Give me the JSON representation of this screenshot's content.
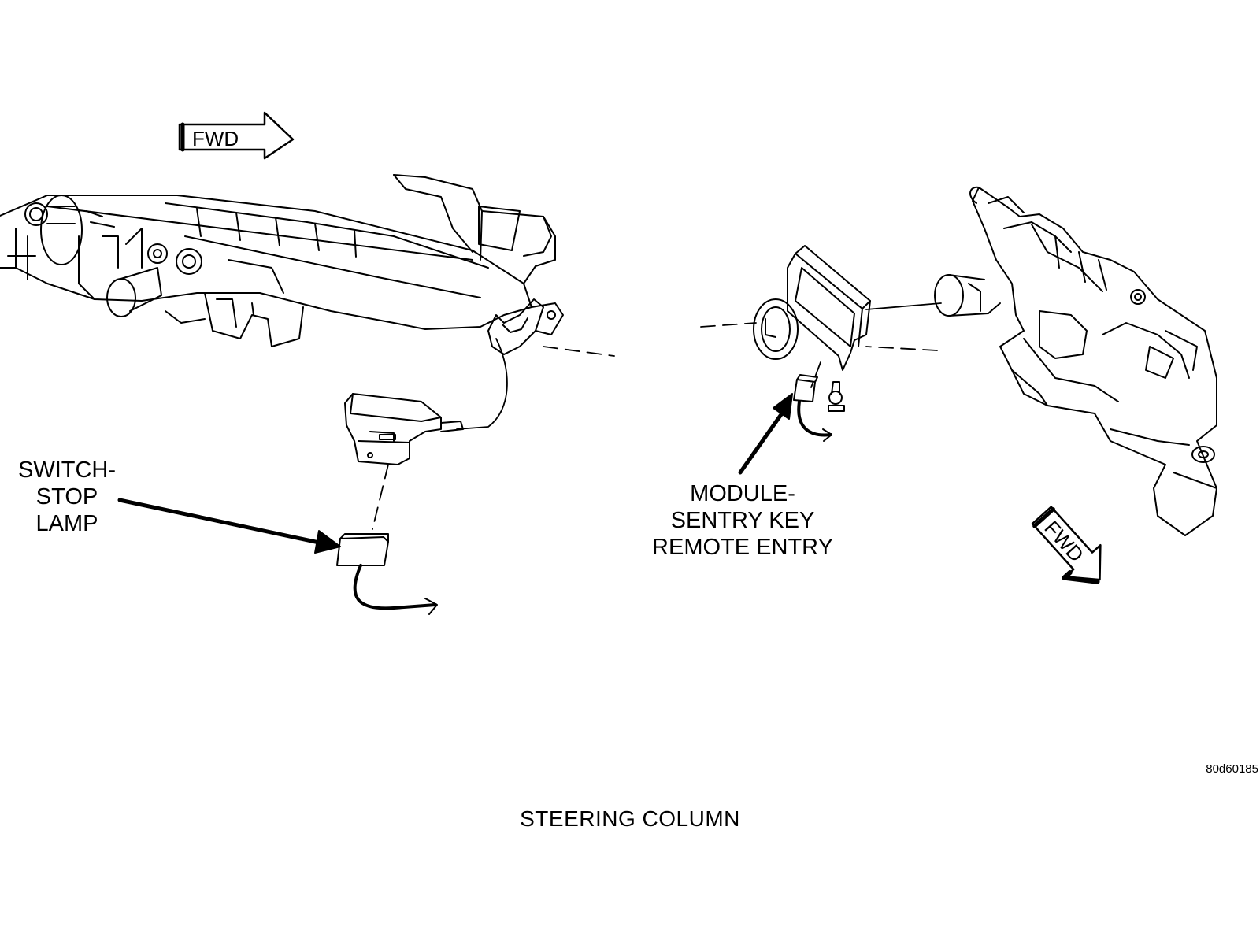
{
  "figure": {
    "caption": "STEERING COLUMN",
    "figure_id": "80d60185"
  },
  "direction_markers": {
    "left": "FWD",
    "right": "FWD"
  },
  "callouts": {
    "switch": [
      "SWITCH-",
      "STOP",
      "LAMP"
    ],
    "module": [
      "MODULE-",
      "SENTRY KEY",
      "REMOTE ENTRY"
    ]
  },
  "colors": {
    "line": "#000000",
    "background": "#ffffff"
  }
}
